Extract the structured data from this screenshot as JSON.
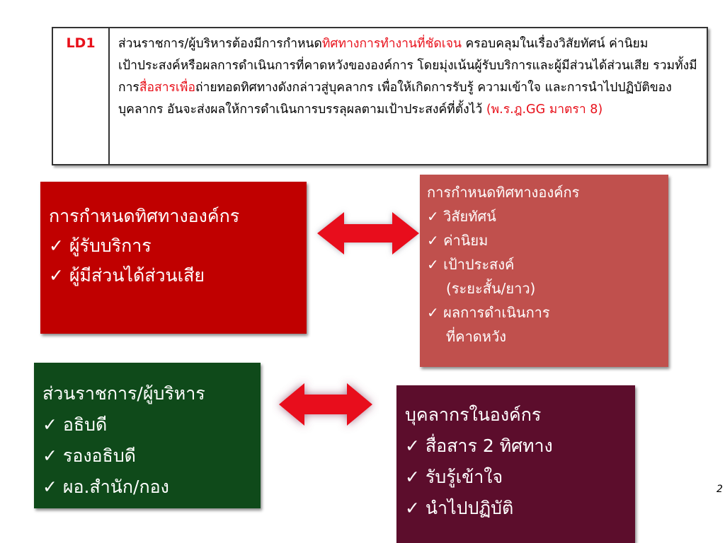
{
  "criterion": {
    "code": "LD1",
    "text_1": "ส่วนราชการ/ผู้บริหารต้องมีการกำหนด",
    "highlight_1": "ทิศทางการทำงานที่ชัดเจน",
    "text_2": " ครอบคลุมในเรื่องวิสัยทัศน์ ค่านิยม เป้าประสงค์หรือผลการดำเนินการที่คาดหวังขององค์การ โดยมุ่งเน้นผู้รับบริการและผู้มีส่วนได้ส่วนเสีย รวมทั้งมีการ",
    "highlight_2": "สื่อสารเพื่อ",
    "text_3": "ถ่ายทอดทิศทางดังกล่าวสู่บุคลากร เพื่อให้เกิดการรับรู้ ความเข้าใจ และการนำไปปฏิบัติของบุคลากร อันจะส่งผลให้การดำเนินการบรรลุผลตามเป้าประสงค์ที่ตั้งไว้ ",
    "reference": "(พ.ร.ฎ.GG มาตรา 8)"
  },
  "box_red": {
    "title": "การกำหนดทิศทางองค์กร",
    "items": [
      "✓ ผู้รับบริการ",
      "✓ ผู้มีส่วนได้ส่วนเสีย"
    ]
  },
  "box_rose": {
    "title": "การกำหนดทิศทางองค์กร",
    "items": [
      "✓ วิสัยทัศน์",
      "✓ ค่านิยม",
      "✓ เป้าประสงค์",
      "(ระยะสั้น/ยาว)",
      "✓ ผลการดำเนินการ",
      "ที่คาดหวัง"
    ]
  },
  "box_green": {
    "title": "ส่วนราชการ/ผู้บริหาร",
    "items": [
      "✓ อธิบดี",
      "✓ รองอธิบดี",
      "✓ ผอ.สำนัก/กอง"
    ]
  },
  "box_maroon": {
    "title": "บุคลากรในองค์กร",
    "items": [
      "✓ สื่อสาร 2 ทิศทาง",
      "✓ รับรู้เข้าใจ",
      "✓ นำไปปฏิบัติ"
    ]
  },
  "page_number": "2",
  "colors": {
    "highlight": "#e8101a",
    "box_red": "#c00000",
    "box_rose": "#c0504d",
    "box_green": "#0f4a1a",
    "box_maroon": "#5c0d2c",
    "arrow": "#e8101a"
  },
  "icons": [
    "double-arrow-icon",
    "checkmark-icon"
  ]
}
